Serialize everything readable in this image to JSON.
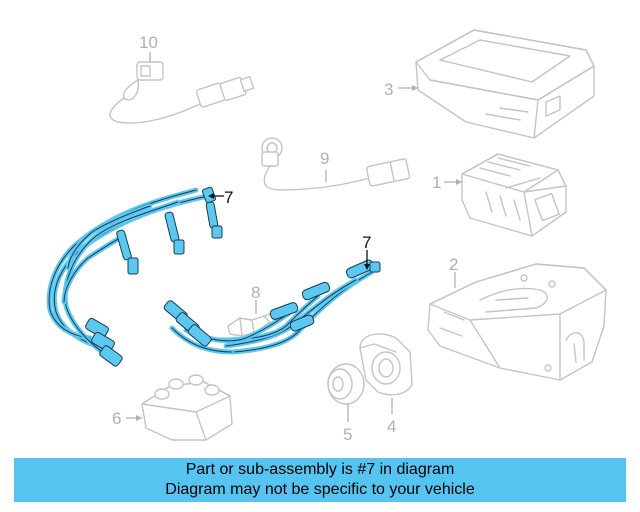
{
  "colors": {
    "highlight": "#5bc8f0",
    "banner": "#55c4f0",
    "dim_part": "#c4c4c4",
    "dim_label": "#b0b0b0"
  },
  "labels": {
    "p1": "1",
    "p2": "2",
    "p3": "3",
    "p4": "4",
    "p5": "5",
    "p6": "6",
    "p7a": "7",
    "p7b": "7",
    "p8": "8",
    "p9": "9",
    "p10": "10"
  },
  "banner": {
    "line1": "Part or sub-assembly is #7 in diagram",
    "line2": "Diagram may not be specific to your vehicle"
  }
}
